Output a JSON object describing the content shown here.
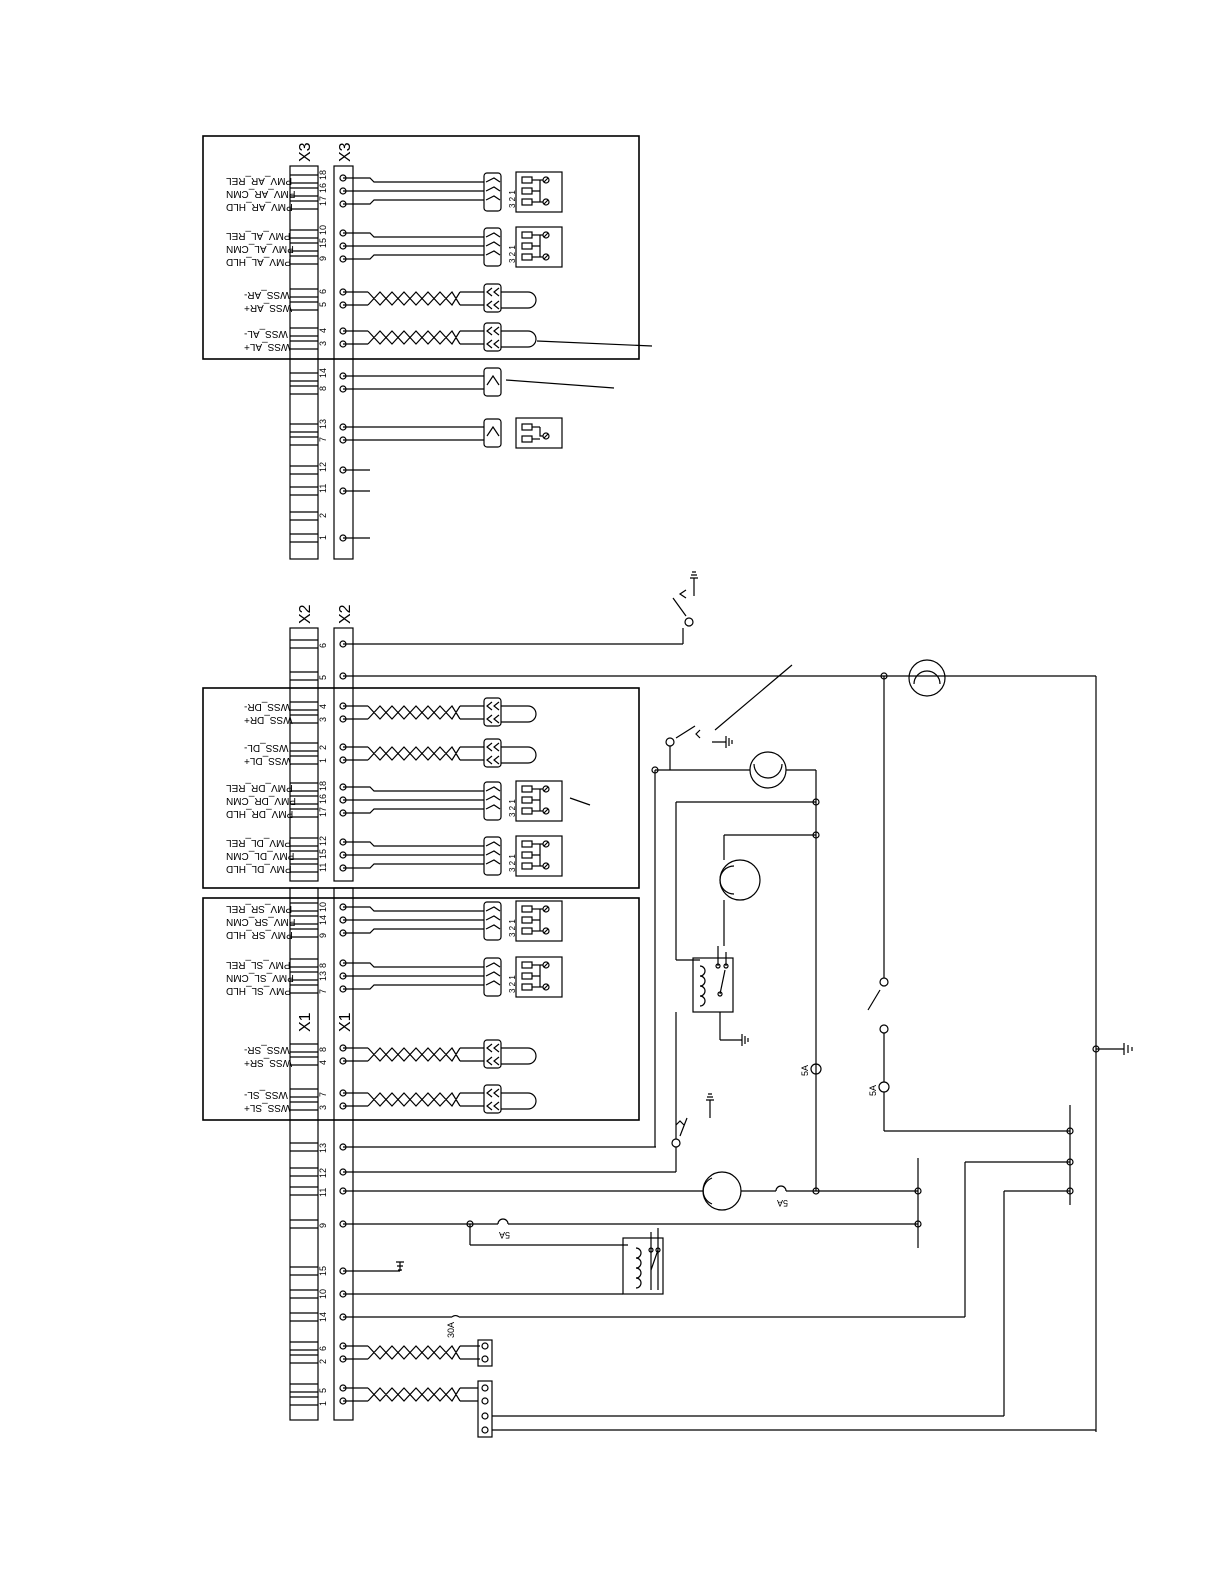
{
  "connectors": {
    "x3": {
      "label": "X3",
      "signals": [
        "PMV_AR_REL",
        "PMV_AR_CMN",
        "PMV_AR_HLD",
        "PMV_AL_REL",
        "PMV_AL_CMN",
        "PMV_AL_HLD",
        "WSS_AR-",
        "WSS_AR+",
        "WSS_AL-",
        "WSS_AL+"
      ],
      "pins": [
        {
          "label": "18",
          "row": 0
        },
        {
          "label": "16",
          "row": 1
        },
        {
          "label": "17",
          "row": 2
        },
        {
          "label": "10",
          "row": 3
        },
        {
          "label": "15",
          "row": 4
        },
        {
          "label": "9",
          "row": 5
        },
        {
          "label": "6",
          "row": 6
        },
        {
          "label": "5",
          "row": 7
        },
        {
          "label": "4",
          "row": 8
        },
        {
          "label": "3",
          "row": 9
        },
        {
          "label": "14",
          "row": 10
        },
        {
          "label": "8",
          "row": 11
        },
        {
          "label": "13",
          "row": 12
        },
        {
          "label": "7",
          "row": 13
        },
        {
          "label": "12",
          "row": 14
        },
        {
          "label": "11",
          "row": 15
        },
        {
          "label": "2",
          "row": 16
        },
        {
          "label": "1",
          "row": 17
        }
      ]
    },
    "x2": {
      "label": "X2",
      "signals": [
        "WSS_DR-",
        "WSS_DR+",
        "WSS_DL-",
        "WSS_DL+",
        "PMV_DR_REL",
        "PMV_DR_CMN",
        "PMV_DR_HLD",
        "PMV_DL_REL",
        "PMV_DL_CMN",
        "PMV_DL_HLD"
      ],
      "pins": [
        "6",
        "5",
        "4",
        "3",
        "2",
        "1",
        "18",
        "16",
        "17",
        "12",
        "15",
        "11"
      ]
    },
    "x1": {
      "label": "X1",
      "signals": [
        "PMV_SR_REL",
        "PMV_SR_CMN",
        "PMV_SR_HLD",
        "PMV_SL_REL",
        "PMV_SL_CMN",
        "PMV_SL_HLD",
        "WSS_SR-",
        "WSS_SR+",
        "WSS_SL-",
        "WSS_SL+"
      ],
      "pins": [
        "10",
        "14",
        "9",
        "8",
        "13",
        "7",
        "8",
        "4",
        "7",
        "3",
        "13",
        "12",
        "11",
        "9",
        "15",
        "10",
        "14",
        "6",
        "2",
        "5",
        "1"
      ]
    }
  },
  "valve_pins": "3 2 1",
  "fuses": [
    "5A",
    "5A",
    "5A",
    "5A",
    "30A"
  ]
}
